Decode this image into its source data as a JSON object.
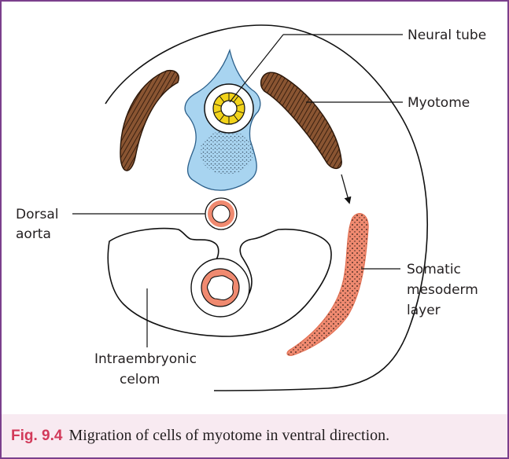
{
  "labels": {
    "neural_tube": "Neural tube",
    "myotome": "Myotome",
    "dorsal_aorta_line1": "Dorsal",
    "dorsal_aorta_line2": "aorta",
    "somatic_line1": "Somatic",
    "somatic_line2": "mesoderm",
    "somatic_line3": "layer",
    "celom_line1": "Intraembryonic",
    "celom_line2": "celom"
  },
  "caption": {
    "number": "Fig. 9.4",
    "text": "Migration of cells of myotome in ventral direction."
  },
  "colors": {
    "frame": "#7b3f8c",
    "caption_background": "#f8eaf1",
    "caption_number": "#d23a5a",
    "notochord_blue": "#a8d4f0",
    "neural_yellow": "#f2d31a",
    "myotome_brown": "#7a4a2a",
    "aorta_salmon": "#f08a70"
  }
}
